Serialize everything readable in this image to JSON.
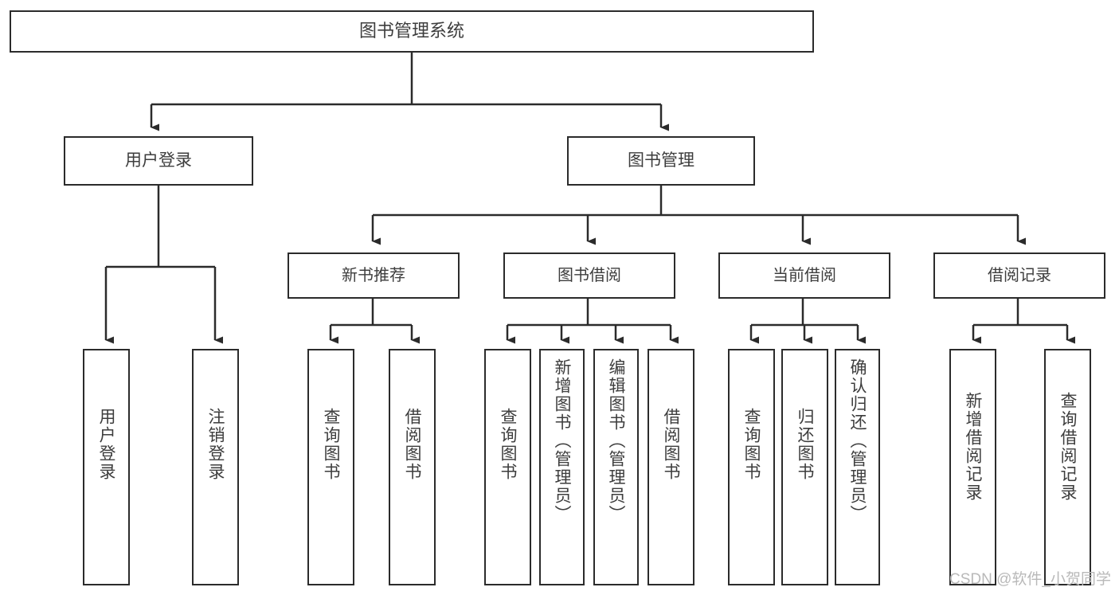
{
  "diagram": {
    "title": "图书管理系统",
    "type": "hierarchy-tree",
    "root": {
      "label": "图书管理系统"
    },
    "level2": [
      {
        "label": "用户登录"
      },
      {
        "label": "图书管理"
      }
    ],
    "level3": [
      {
        "label": "新书推荐"
      },
      {
        "label": "图书借阅"
      },
      {
        "label": "当前借阅"
      },
      {
        "label": "借阅记录"
      }
    ],
    "leaves": {
      "user_login": [
        {
          "label": "用户登录"
        },
        {
          "label": "注销登录"
        }
      ],
      "new_book_recommend": [
        {
          "label": "查询图书"
        },
        {
          "label": "借阅图书"
        }
      ],
      "book_borrow": [
        {
          "label": "查询图书"
        },
        {
          "label": "新增图书（管理员）"
        },
        {
          "label": "编辑图书（管理员）"
        },
        {
          "label": "借阅图书"
        }
      ],
      "current_borrow": [
        {
          "label": "查询图书"
        },
        {
          "label": "归还图书"
        },
        {
          "label": "确认归还（管理员）"
        }
      ],
      "borrow_record": [
        {
          "label": "新增借阅记录"
        },
        {
          "label": "查询借阅记录"
        }
      ]
    }
  },
  "watermark": {
    "text": "CSDN @软件_小贺同学"
  },
  "colors": {
    "stroke": "#2b2b2b",
    "text": "#3d3d3d",
    "background": "#ffffff",
    "watermark": "#b9b9b9"
  }
}
